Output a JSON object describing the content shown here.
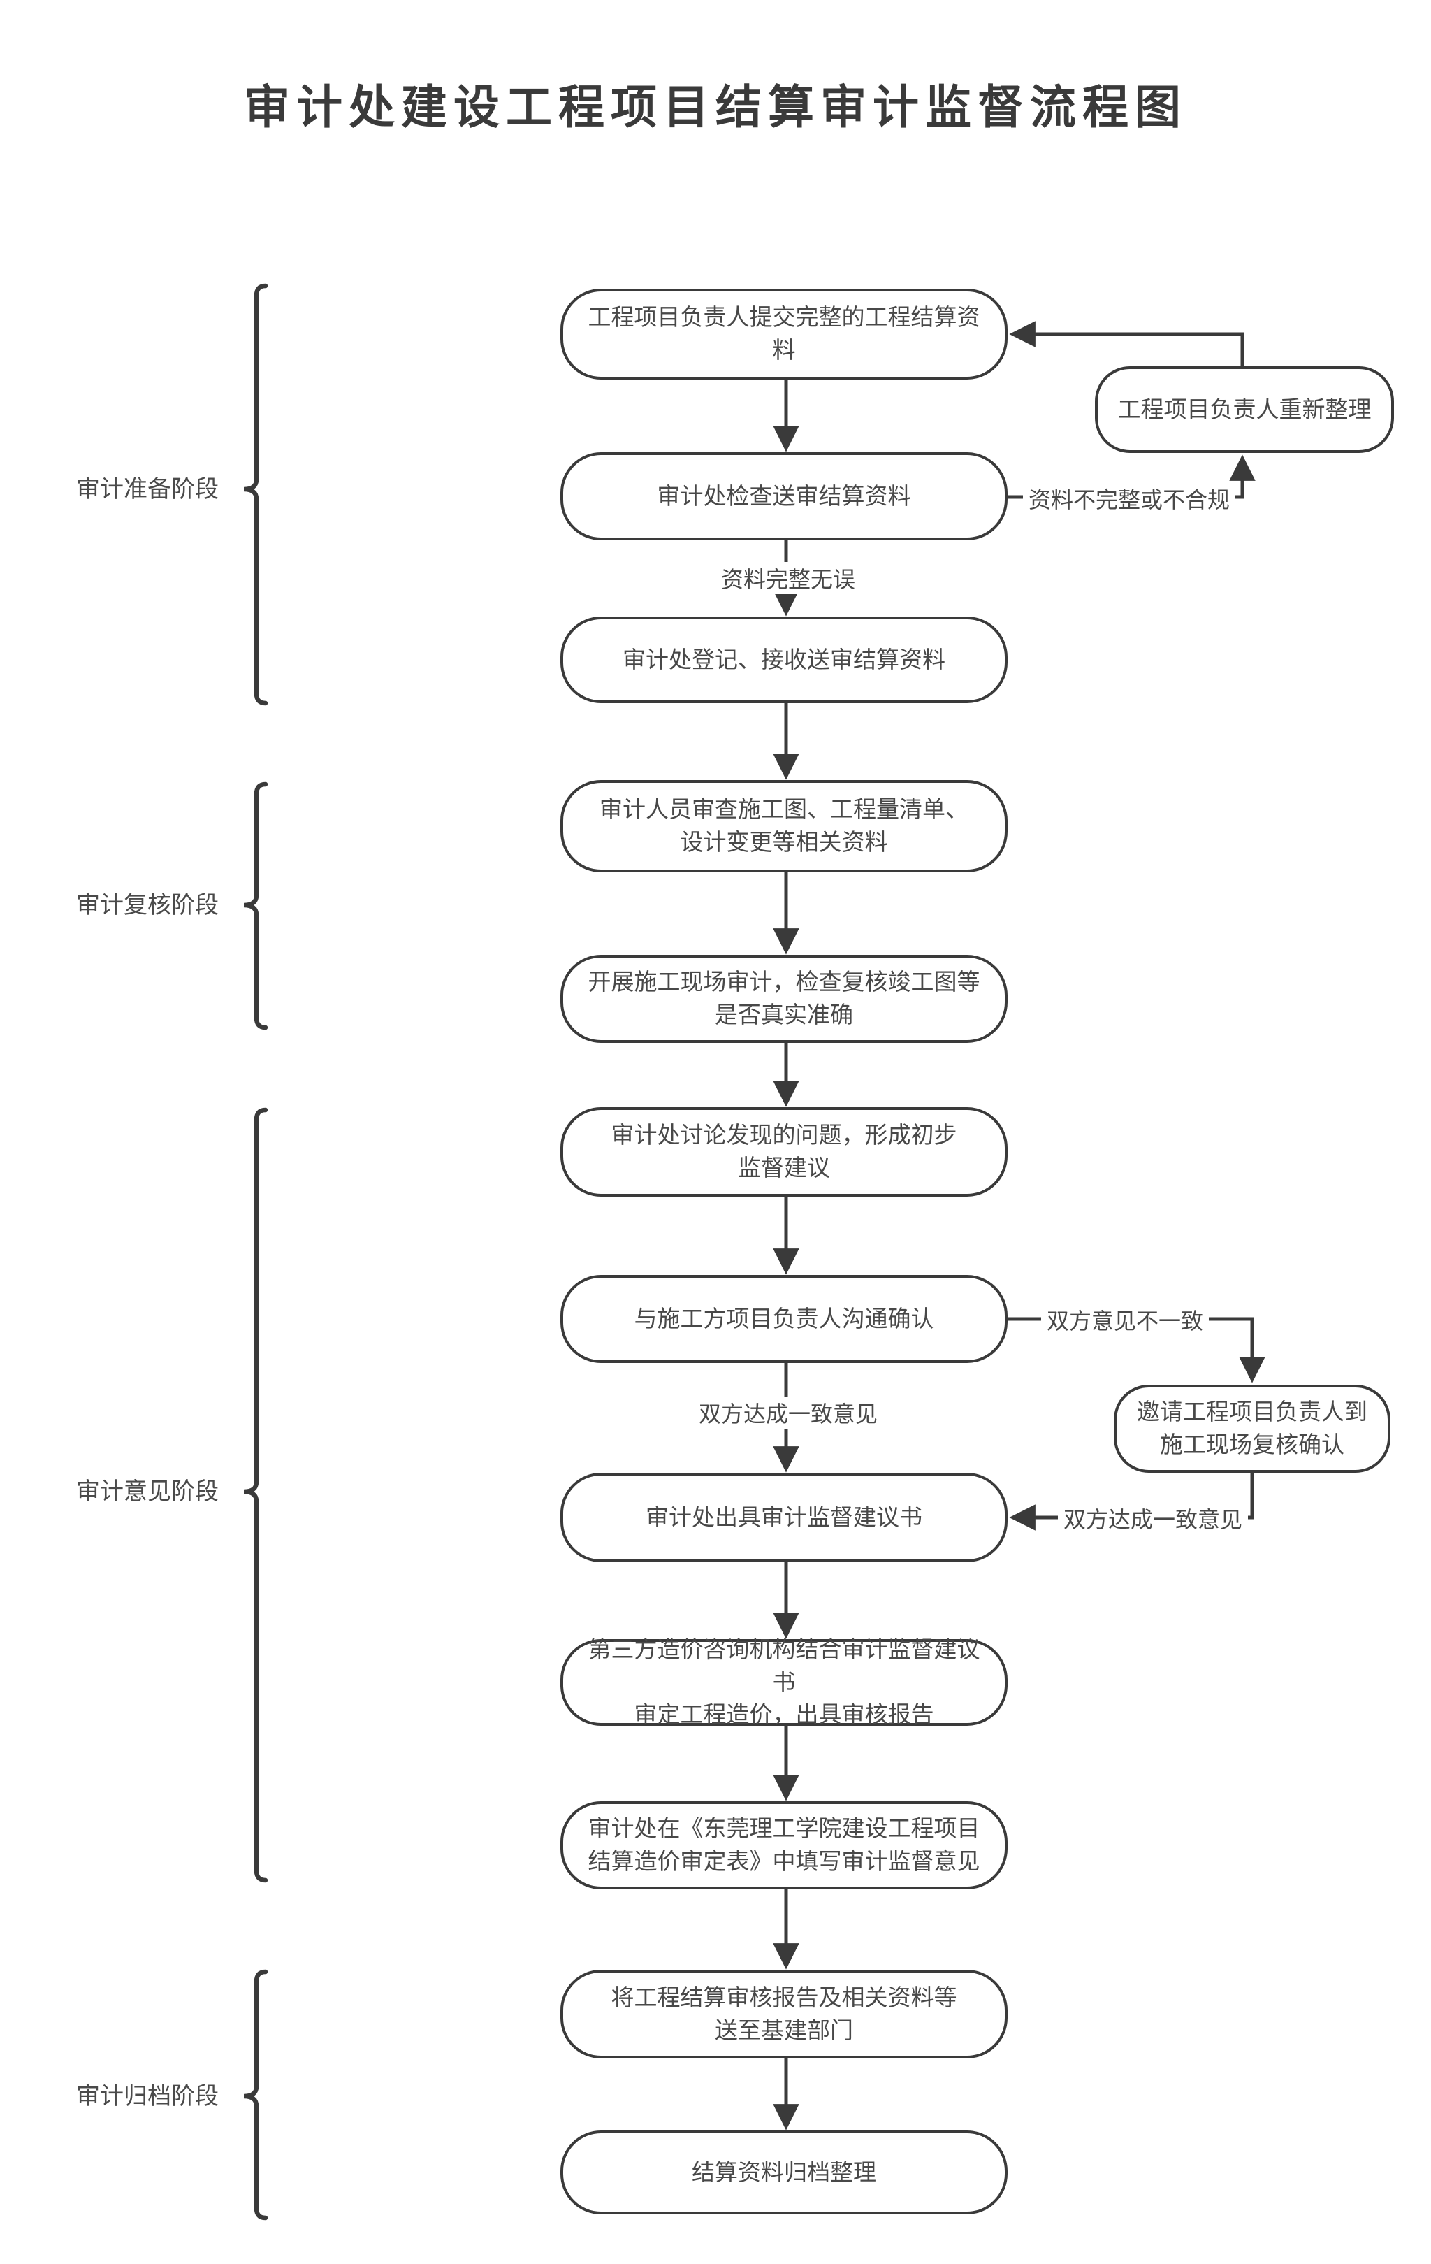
{
  "title": "审计处建设工程项目结算审计监督流程图",
  "phases": [
    {
      "label": "审计准备阶段"
    },
    {
      "label": "审计复核阶段"
    },
    {
      "label": "审计意见阶段"
    },
    {
      "label": "审计归档阶段"
    }
  ],
  "nodes": [
    {
      "text": "工程项目负责人提交完整的工程结算资料"
    },
    {
      "text": "审计处检查送审结算资料"
    },
    {
      "text": "审计处登记、接收送审结算资料"
    },
    {
      "text": "审计人员审查施工图、工程量清单、\n设计变更等相关资料"
    },
    {
      "text": "开展施工现场审计，检查复核竣工图等\n是否真实准确"
    },
    {
      "text": "审计处讨论发现的问题，形成初步\n监督建议"
    },
    {
      "text": "与施工方项目负责人沟通确认"
    },
    {
      "text": "审计处出具审计监督建议书"
    },
    {
      "text": "第三方造价咨询机构结合审计监督建议书\n审定工程造价，出具审核报告"
    },
    {
      "text": "审计处在《东莞理工学院建设工程项目\n结算造价审定表》中填写审计监督意见"
    },
    {
      "text": "将工程结算审核报告及相关资料等\n送至基建部门"
    },
    {
      "text": "结算资料归档整理"
    }
  ],
  "branch_nodes": [
    {
      "text": "工程项目负责人重新整理"
    },
    {
      "text": "邀请工程项目负责人到\n施工现场复核确认"
    }
  ],
  "edge_labels": {
    "materials_complete": "资料完整无误",
    "materials_incomplete": "资料不完整或不合规",
    "opinions_differ": "双方意见不一致",
    "agreement_reached_down": "双方达成一致意见",
    "agreement_reached_side": "双方达成一致意见"
  },
  "colors": {
    "line": "#3a3a3a",
    "text": "#484848",
    "background": "#ffffff"
  }
}
